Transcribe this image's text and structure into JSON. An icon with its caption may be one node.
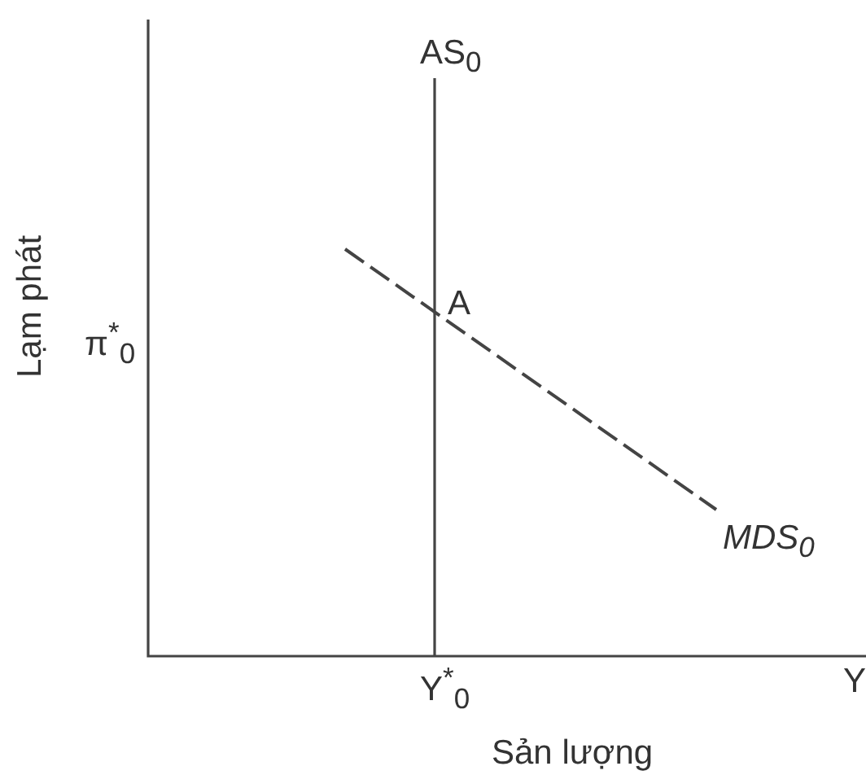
{
  "diagram": {
    "labels": [
      "AS$_{0}$",
      "A",
      "Lạm phát",
      "π$^{*}$$_{0}$",
      "MDS$_{0}$",
      "Y$^{*}$$_{0}$",
      "Y",
      "Sản lượng"
    ]
  }
}
